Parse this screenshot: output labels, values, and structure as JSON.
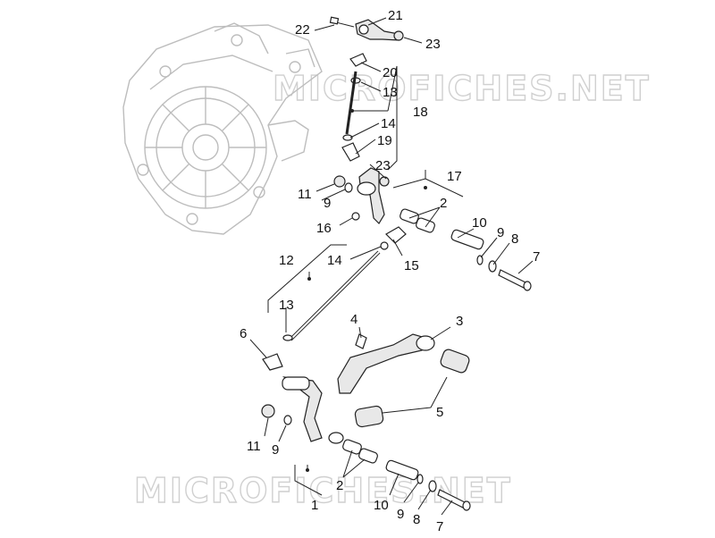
{
  "watermark": {
    "text": "MICROFICHES.NET"
  },
  "callouts": {
    "c1": "1",
    "c2a": "2",
    "c2b": "2",
    "c3": "3",
    "c4": "4",
    "c5": "5",
    "c6": "6",
    "c7a": "7",
    "c7b": "7",
    "c8a": "8",
    "c8b": "8",
    "c9a": "9",
    "c9b": "9",
    "c9c": "9",
    "c10a": "10",
    "c10b": "10",
    "c11a": "11",
    "c11b": "11",
    "c12": "12",
    "c13a": "13",
    "c13b": "13",
    "c14a": "14",
    "c14b": "14",
    "c15": "15",
    "c16": "16",
    "c17": "17",
    "c18": "18",
    "c19": "19",
    "c20": "20",
    "c21": "21",
    "c22": "22",
    "c23a": "23",
    "c23b": "23"
  }
}
